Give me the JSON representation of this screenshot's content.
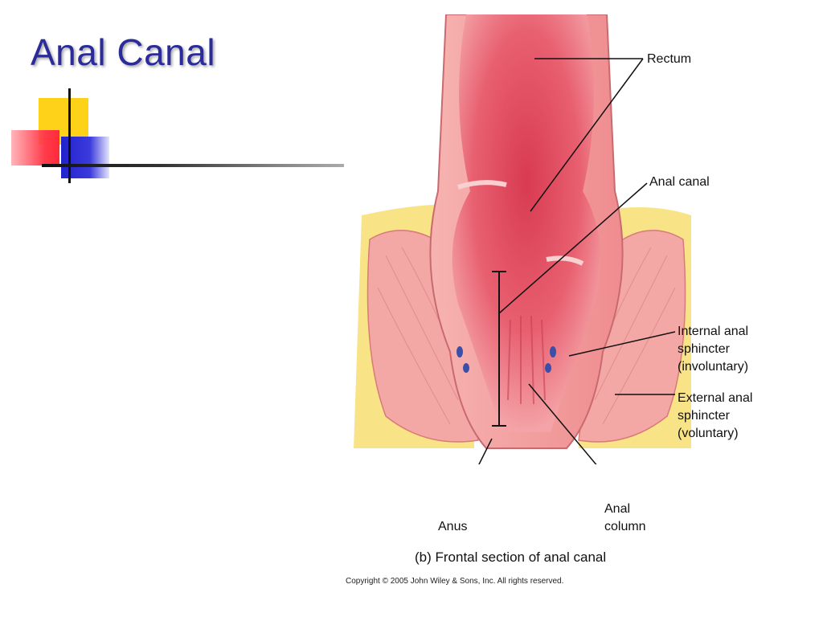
{
  "slide": {
    "title": "Anal Canal"
  },
  "figure": {
    "labels": {
      "rectum": "Rectum",
      "anal_canal": "Anal canal",
      "internal_sphincter": [
        "Internal anal",
        "sphincter",
        "(involuntary)"
      ],
      "external_sphincter": [
        "External anal",
        "sphincter",
        "(voluntary)"
      ],
      "anus": "Anus",
      "anal_column": [
        "Anal",
        "column"
      ]
    },
    "caption": "(b) Frontal section of anal canal",
    "copyright": "Copyright © 2005 John Wiley & Sons, Inc.  All rights reserved."
  },
  "colors": {
    "title": "#2b2b99",
    "tissue": "#f08a8c",
    "lumen": "#e8505e",
    "fat": "#f7e27a",
    "muscle": "#f2a3a0"
  }
}
